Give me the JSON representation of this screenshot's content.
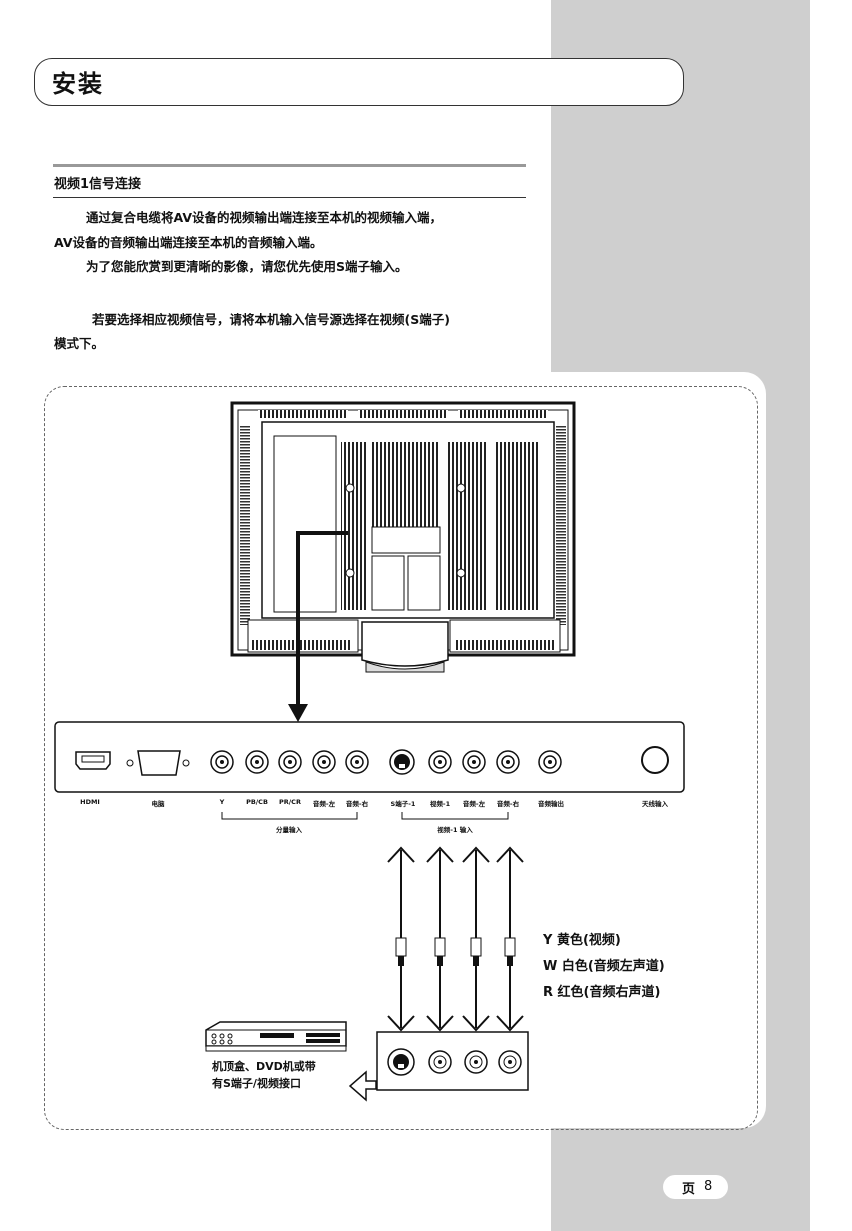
{
  "section_heading": "安装",
  "subsection_title": "视频1信号连接",
  "paragraphs": {
    "p1_line1": "通过复合电缆将AV设备的视频输出端连接至本机的视频输入端，",
    "p1_line2": "AV设备的音频输出端连接至本机的音频输入端。",
    "p2": "为了您能欣赏到更清晰的影像，请您优先使用S端子输入。",
    "p3_line1": "若要选择相应视频信号，请将本机输入信号源选择在视频(S端子)",
    "p3_line2": "模式下。"
  },
  "panel_labels": {
    "hdmi": "HDMI",
    "pc": "电脑",
    "y": "Y",
    "pb_cb": "PB/CB",
    "pr_cr": "PR/CR",
    "audio_l_1": "音频-左",
    "audio_r_1": "音频-右",
    "s_video": "S端子-1",
    "video_1": "视频-1",
    "audio_l_2": "音频-左",
    "audio_r_2": "音频-右",
    "audio_out": "音频输出",
    "antenna": "天线输入",
    "component_group": "分量输入",
    "video1_group": "视频-1 输入"
  },
  "legend": {
    "y": "Y 黄色(视频)",
    "w": "W 白色(音频左声道)",
    "r": "R 红色(音频右声道)"
  },
  "device_caption": {
    "line1": "机顶盒、DVD机或带",
    "line2": "有S端子/视频接口"
  },
  "page": {
    "label": "页",
    "number": "8"
  }
}
